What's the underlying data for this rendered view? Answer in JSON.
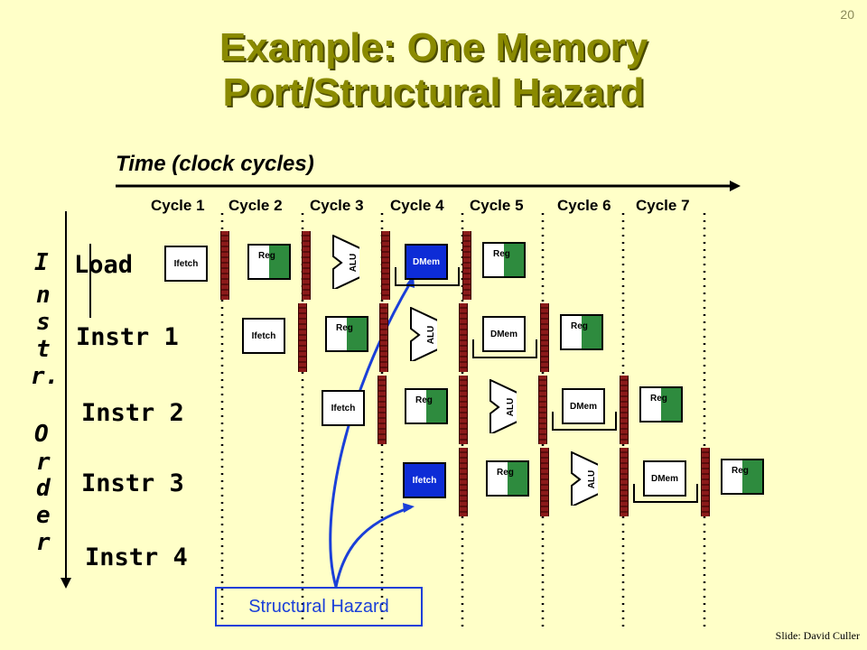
{
  "slide_number": "20",
  "title_line1": "Example: One Memory",
  "title_line2": "Port/Structural Hazard",
  "time_label": "Time (clock cycles)",
  "cycles": [
    "Cycle 1",
    "Cycle 2",
    "Cycle 3",
    "Cycle 4",
    "Cycle 5",
    "Cycle 6",
    "Cycle 7"
  ],
  "axis_label_letters": [
    "I",
    "n",
    "s",
    "t",
    "r.",
    "O",
    "r",
    "d",
    "e",
    "r"
  ],
  "instructions": [
    {
      "label": "Load"
    },
    {
      "label": "Instr 1"
    },
    {
      "label": "Instr 2"
    },
    {
      "label": "Instr 3"
    },
    {
      "label": "Instr 4"
    }
  ],
  "stage_labels": {
    "ifetch": "Ifetch",
    "reg": "Reg",
    "alu": "ALU",
    "dmem": "DMem"
  },
  "hazard_label": "Structural Hazard",
  "credit": "Slide: David Culler",
  "colors": {
    "highlight": "#0d2cd6",
    "reg_fill": "#2e8b3e",
    "latch": "#8b1a1a",
    "title": "#8a8a00",
    "background": "#ffffc8"
  }
}
